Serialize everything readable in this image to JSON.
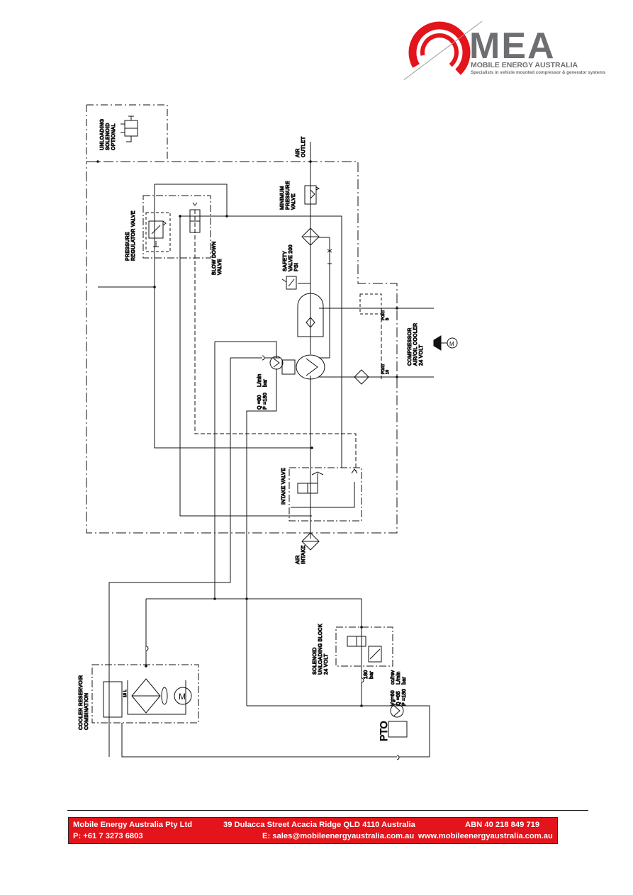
{
  "logo": {
    "wordmark": "MEA",
    "company": "MOBILE ENERGY AUSTRALIA",
    "tagline": "Specialists in vehicle mounted compressor & generator systems",
    "colors": {
      "red": "#e3141b",
      "grey": "#6d6e71"
    }
  },
  "diagram": {
    "labels": {
      "unloading_solenoid": [
        "UNLOADING",
        "SOLENOID",
        "OPTIONAL"
      ],
      "air_outlet": [
        "AIR",
        "OUTLET"
      ],
      "minimum_pressure_valve": [
        "MINIMUM",
        "PRESSURE",
        "VALVE"
      ],
      "pressure_regulator_valve": [
        "PRESSURE",
        "REGULATOR VALVE"
      ],
      "blow_down_valve": [
        "BLOW DOWN",
        "VALVE"
      ],
      "safety_valve": [
        "SAFETY",
        "VALVE 200",
        "PSI"
      ],
      "compressor_cooler": [
        "COMPRESSOR",
        "AIR/OIL COOLER",
        "24 VOLT"
      ],
      "port_b": [
        "PORT",
        "B"
      ],
      "port_10": [
        "PORT",
        "10"
      ],
      "motor_rating": [
        "Q =80",
        "P =180"
      ],
      "motor_units": [
        "L/min",
        "bar"
      ],
      "intake_valve": "INTAKE VALVE",
      "air_intake": [
        "AIR",
        "INTAKE"
      ],
      "solenoid_unloading_block": [
        "SOLENOID",
        "UNLOADING BLOCK",
        "24 VOLT"
      ],
      "block_pressure": [
        "180",
        "bar"
      ],
      "pto_rating": [
        "Vg=60",
        "Q =85",
        "P =180"
      ],
      "pto_units": [
        "cc/rev",
        "L/min",
        "bar"
      ],
      "pto": "PTO",
      "cooler_reservoir": [
        "COOLER RESERVOIR",
        "COMBINATION"
      ],
      "reservoir_volume": "18 L"
    }
  },
  "footer": {
    "company": "Mobile Energy Australia Pty Ltd",
    "address": "39 Dulacca Street Acacia Ridge QLD 4110 Australia",
    "abn": "ABN 40 218 849 719",
    "phone": "P: +61 7 3273 6803",
    "email": "E: sales@mobileenergyaustralia.com.au",
    "website": "www.mobileenergyaustralia.com.au",
    "colors": {
      "background": "#e3141b",
      "text": "#ffffff"
    }
  }
}
